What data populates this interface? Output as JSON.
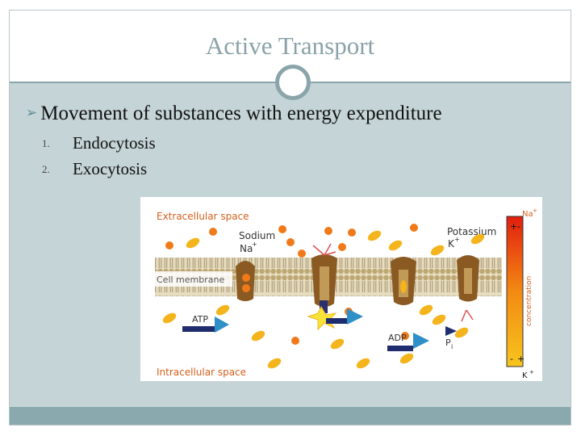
{
  "slide": {
    "title": "Active Transport",
    "bullet": "Movement of substances with energy expenditure",
    "items": [
      {
        "number": "1.",
        "label": "Endocytosis"
      },
      {
        "number": "2.",
        "label": "Exocytosis"
      }
    ]
  },
  "diagram": {
    "extracellular_label": "Extracellular space",
    "intracellular_label": "Intracellular space",
    "membrane_label": "Cell membrane",
    "sodium_label": "Sodium",
    "sodium_symbol": "Na",
    "potassium_label": "Potassium",
    "potassium_symbol": "K",
    "plus": "+",
    "minus": "-",
    "atp_label": "ATP",
    "adp_label": "ADP",
    "pi_label": "P",
    "pi_sub": "i",
    "concentration_label": "concentration",
    "gradient_top_label": "Na",
    "gradient_bottom_label": "K",
    "colors": {
      "sodium": "#f07a1a",
      "potassium": "#f4b41c",
      "membrane": "#c9b98e",
      "protein": "#8a5a22",
      "atp": "#1f5fa0",
      "label_text": "#d4601c"
    }
  }
}
